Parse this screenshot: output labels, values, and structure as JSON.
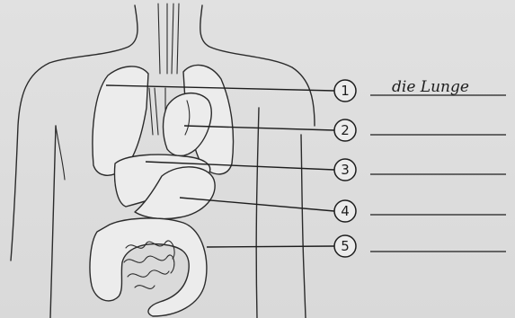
{
  "worksheet": {
    "labels": [
      {
        "number": "1",
        "answer": "die Lunge"
      },
      {
        "number": "2",
        "answer": ""
      },
      {
        "number": "3",
        "answer": ""
      },
      {
        "number": "4",
        "answer": ""
      },
      {
        "number": "5",
        "answer": ""
      }
    ]
  }
}
